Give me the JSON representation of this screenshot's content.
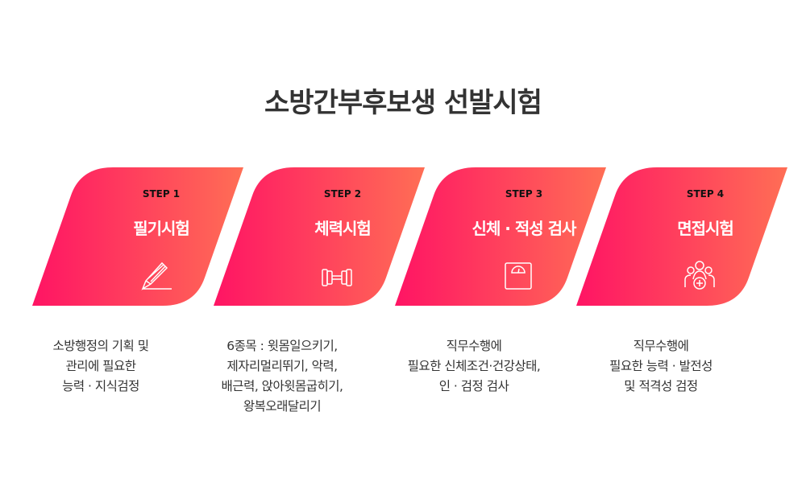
{
  "title": "소방간부후보생 선발시험",
  "colors": {
    "gradient_start": "#ff1464",
    "gradient_end": "#ff6e55",
    "title": "#333333"
  },
  "steps": [
    {
      "step": "STEP 1",
      "title": "필기시험",
      "icon": "pencil-icon",
      "desc": [
        "소방행정의 기획 및",
        "관리에 필요한",
        "능력 · 지식검정"
      ]
    },
    {
      "step": "STEP 2",
      "title": "체력시험",
      "icon": "dumbbell-icon",
      "desc": [
        "6종목 : 윗몸일으키기,",
        "제자리멀리뛰기, 악력,",
        "배근력, 앉아윗몸굽히기,",
        "왕복오래달리기"
      ]
    },
    {
      "step": "STEP 3",
      "title": "신체 · 적성 검사",
      "icon": "scale-icon",
      "desc": [
        "직무수행에",
        "필요한 신체조건·건강상태,",
        "인 · 검정 검사"
      ]
    },
    {
      "step": "STEP 4",
      "title": "면접시험",
      "icon": "people-icon",
      "desc": [
        "직무수행에",
        "필요한 능력 · 발전성",
        "및 적격성 검정"
      ]
    }
  ]
}
